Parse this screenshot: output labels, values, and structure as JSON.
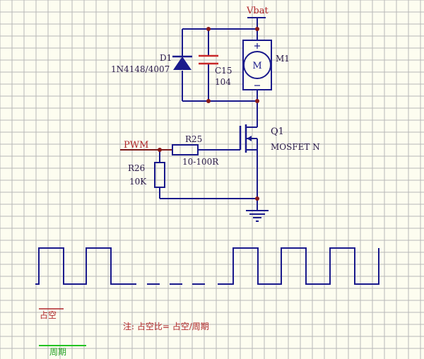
{
  "colors": {
    "background": "#fdfdf0",
    "grid": "#b8b8b8",
    "wire": "#1a1a8c",
    "component": "#1a1a8c",
    "junction": "#8a1a1a",
    "net_label": "#b0262a",
    "text": "#2a1a4a",
    "period_marker": "#22c322"
  },
  "schematic": {
    "vbat_label": "Vbat",
    "diode": {
      "ref": "D1",
      "value": "1N4148/4007"
    },
    "capacitor": {
      "ref": "C15",
      "value": "104"
    },
    "motor": {
      "ref": "M1",
      "symbol": "M"
    },
    "mosfet": {
      "ref": "Q1",
      "value": "MOSFET N"
    },
    "pwm_label": "PWM",
    "r25": {
      "ref": "R25",
      "value": "10-100R"
    },
    "r26": {
      "ref": "R26",
      "value": "10K"
    }
  },
  "waveform": {
    "duty_label": "占空",
    "period_label": "周期",
    "note": "注: 占空比= 占空/周期"
  }
}
